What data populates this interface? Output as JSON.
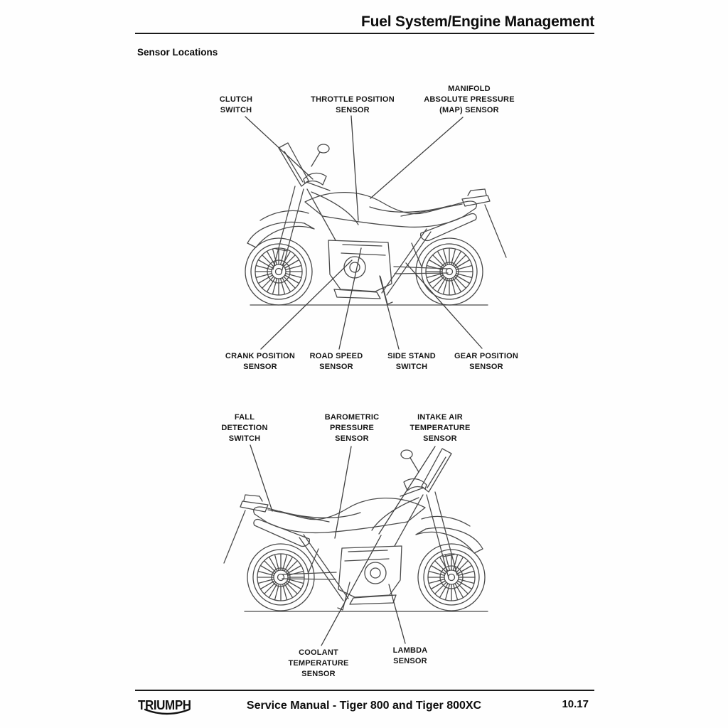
{
  "header": {
    "title": "Fuel System/Engine Management"
  },
  "section": {
    "title": "Sensor Locations"
  },
  "figure_top": {
    "view": "left-side-view",
    "labels": {
      "clutch": "CLUTCH\nSWITCH",
      "throttle": "THROTTLE POSITION\nSENSOR",
      "map": "MANIFOLD\nABSOLUTE PRESSURE\n(MAP) SENSOR",
      "crank": "CRANK POSITION\nSENSOR",
      "road_speed": "ROAD SPEED\nSENSOR",
      "side_stand": "SIDE STAND\nSWITCH",
      "gear": "GEAR POSITION\nSENSOR"
    }
  },
  "figure_bottom": {
    "view": "right-side-view",
    "labels": {
      "fall": "FALL\nDETECTION\nSWITCH",
      "barometric": "BAROMETRIC\nPRESSURE\nSENSOR",
      "intake": "INTAKE AIR\nTEMPERATURE\nSENSOR",
      "coolant": "COOLANT\nTEMPERATURE\nSENSOR",
      "lambda": "LAMBDA\nSENSOR"
    }
  },
  "footer": {
    "logo_text": "TRIUMPH",
    "title": "Service Manual - Tiger 800 and Tiger 800XC",
    "page_number": "10.17"
  },
  "colors": {
    "text": "#101010",
    "line_art": "#4a4a4a",
    "leader_line": "#3f3f3f",
    "background": "#fefefe"
  }
}
